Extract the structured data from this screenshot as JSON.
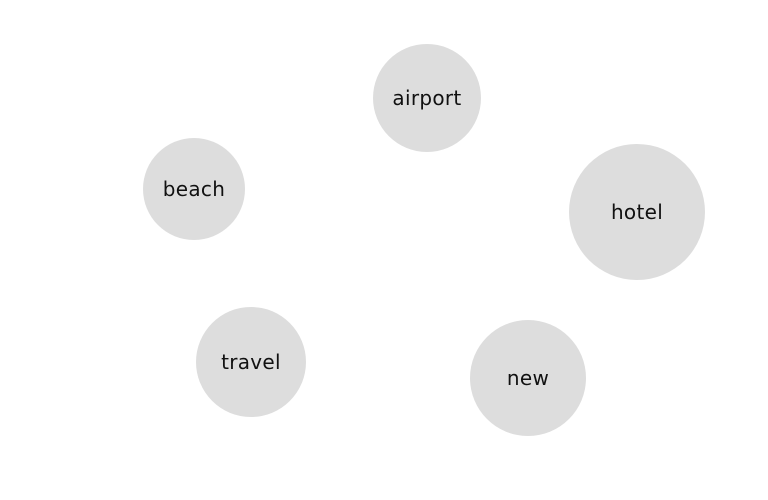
{
  "bubble_color": "#dddddd",
  "text_color": "#111111",
  "background_color": "#ffffff",
  "bubbles": [
    {
      "label": "airport"
    },
    {
      "label": "beach"
    },
    {
      "label": "hotel"
    },
    {
      "label": "travel"
    },
    {
      "label": "new"
    }
  ]
}
